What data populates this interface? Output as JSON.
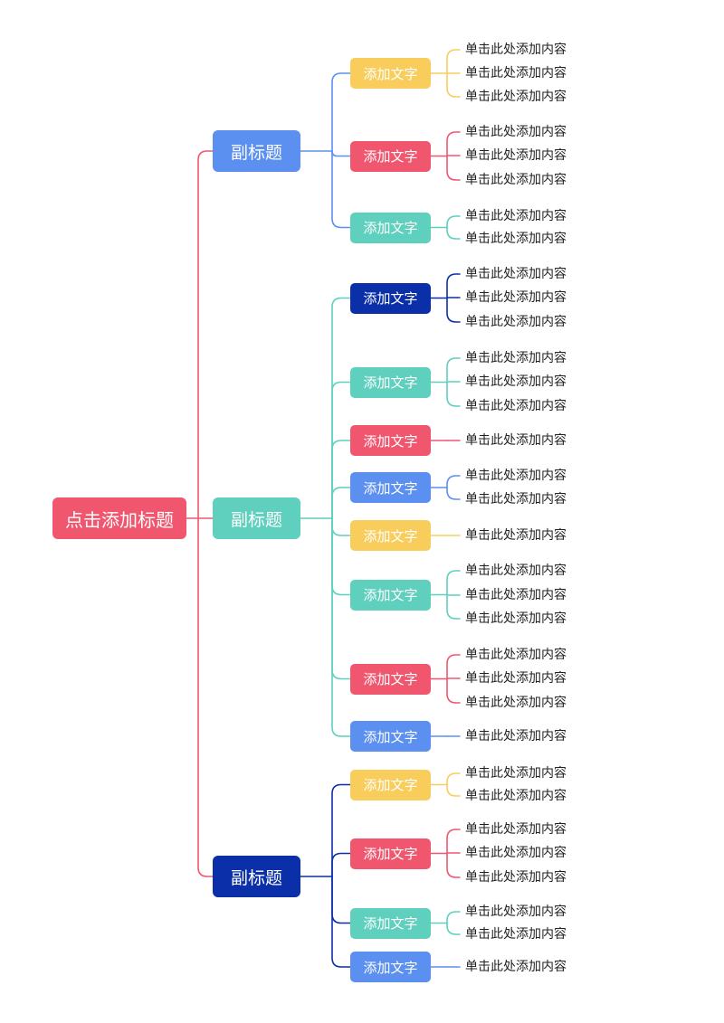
{
  "colors": {
    "pink": "#f0566e",
    "blue": "#5b8ff0",
    "teal": "#5fcfbe",
    "navy": "#0b2fa8",
    "yellow": "#f9cd5c"
  },
  "root": {
    "label": "点击添加标题",
    "color": "pink"
  },
  "branches": [
    {
      "label": "副标题",
      "color": "blue",
      "items": [
        {
          "label": "添加文字",
          "color": "yellow",
          "leaves": [
            "单击此处添加内容",
            "单击此处添加内容",
            "单击此处添加内容"
          ]
        },
        {
          "label": "添加文字",
          "color": "pink",
          "leaves": [
            "单击此处添加内容",
            "单击此处添加内容",
            "单击此处添加内容"
          ]
        },
        {
          "label": "添加文字",
          "color": "teal",
          "leaves": [
            "单击此处添加内容",
            "单击此处添加内容"
          ]
        }
      ]
    },
    {
      "label": "副标题",
      "color": "teal",
      "items": [
        {
          "label": "添加文字",
          "color": "navy",
          "leaves": [
            "单击此处添加内容",
            "单击此处添加内容",
            "单击此处添加内容"
          ]
        },
        {
          "label": "添加文字",
          "color": "teal",
          "leaves": [
            "单击此处添加内容",
            "单击此处添加内容",
            "单击此处添加内容"
          ]
        },
        {
          "label": "添加文字",
          "color": "pink",
          "leaves": [
            "单击此处添加内容"
          ]
        },
        {
          "label": "添加文字",
          "color": "blue",
          "leaves": [
            "单击此处添加内容",
            "单击此处添加内容"
          ]
        },
        {
          "label": "添加文字",
          "color": "yellow",
          "leaves": [
            "单击此处添加内容"
          ]
        },
        {
          "label": "添加文字",
          "color": "teal",
          "leaves": [
            "单击此处添加内容",
            "单击此处添加内容",
            "单击此处添加内容"
          ]
        },
        {
          "label": "添加文字",
          "color": "pink",
          "leaves": [
            "单击此处添加内容",
            "单击此处添加内容",
            "单击此处添加内容"
          ]
        },
        {
          "label": "添加文字",
          "color": "blue",
          "leaves": [
            "单击此处添加内容"
          ]
        }
      ]
    },
    {
      "label": "副标题",
      "color": "navy",
      "items": [
        {
          "label": "添加文字",
          "color": "yellow",
          "leaves": [
            "单击此处添加内容",
            "单击此处添加内容"
          ]
        },
        {
          "label": "添加文字",
          "color": "pink",
          "leaves": [
            "单击此处添加内容",
            "单击此处添加内容",
            "单击此处添加内容"
          ]
        },
        {
          "label": "添加文字",
          "color": "teal",
          "leaves": [
            "单击此处添加内容",
            "单击此处添加内容"
          ]
        },
        {
          "label": "添加文字",
          "color": "blue",
          "leaves": [
            "单击此处添加内容"
          ]
        }
      ]
    }
  ]
}
